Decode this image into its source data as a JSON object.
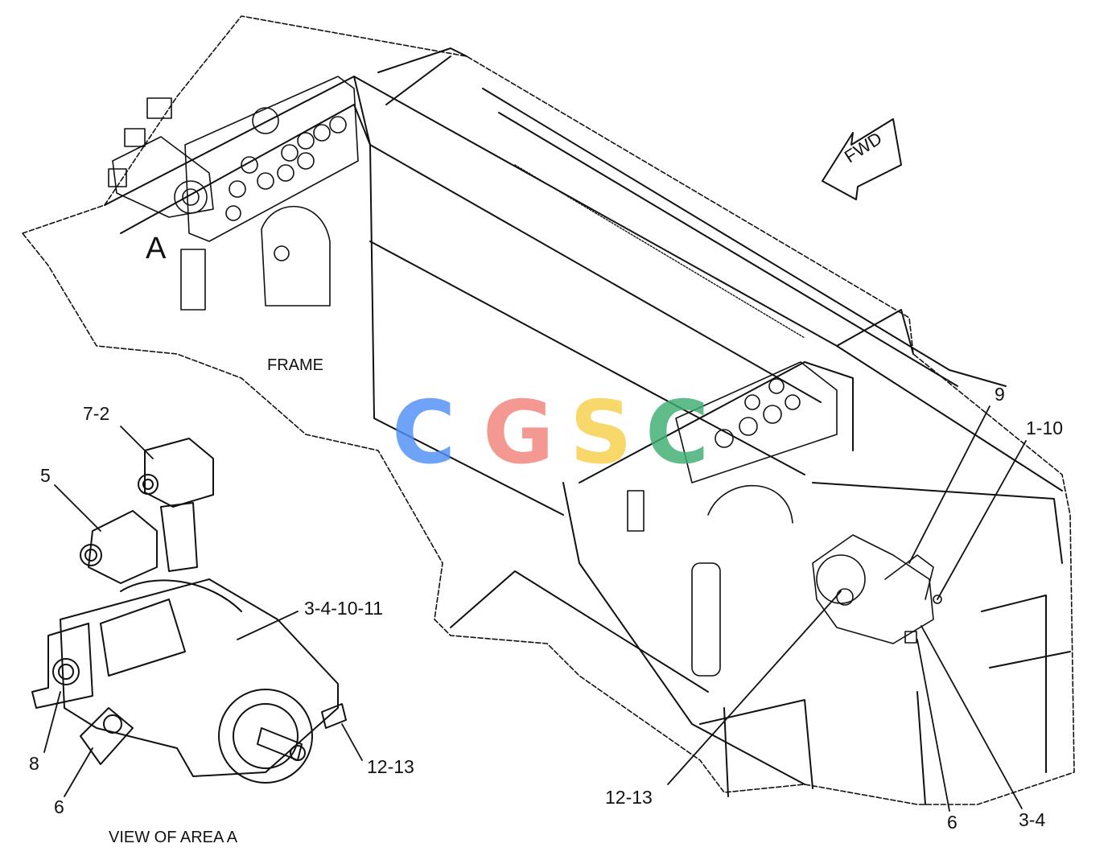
{
  "labels": {
    "area_marker": "A",
    "frame": "FRAME",
    "view_caption": "VIEW OF AREA A",
    "fwd": "FWD"
  },
  "callouts": {
    "detail": {
      "c7_2": "7-2",
      "c5": "5",
      "c3_4_10_11": "3-4-10-11",
      "c8": "8",
      "c6": "6",
      "c12_13": "12-13"
    },
    "main": {
      "c9": "9",
      "c1_10": "1-10",
      "c12_13": "12-13",
      "c6": "6",
      "c3_4": "3-4"
    }
  },
  "watermark": {
    "letters": [
      "C",
      "G",
      "S",
      "C"
    ],
    "colors": [
      "#4f8ff7",
      "#f2837b",
      "#f7cf4b",
      "#3fae72"
    ]
  },
  "colors": {
    "line": "#111111",
    "background": "#ffffff"
  }
}
